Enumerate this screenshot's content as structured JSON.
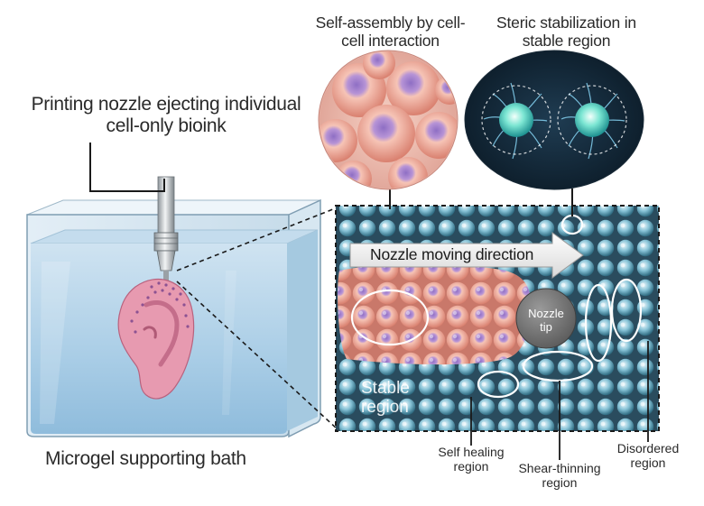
{
  "labels": {
    "nozzle_ejecting": "Printing nozzle ejecting individual cell-only bioink",
    "bath": "Microgel supporting bath",
    "self_assembly": "Self-assembly by cell-cell interaction",
    "steric": "Steric stabilization in stable region",
    "nozzle_direction": "Nozzle moving direction",
    "nozzle_tip": "Nozzle tip",
    "stable_region": "Stable region",
    "self_healing": "Self healing region",
    "shear_thinning": "Shear-thinning region",
    "disordered": "Disordered region"
  },
  "colors": {
    "water": "#a9cde6",
    "cell": "#f0a89a",
    "cell_nucleus": "#7f5fb0",
    "microgel": "#7fb6c9",
    "background_dark": "#2a4c5e",
    "ear": "#e79ab0",
    "arrow": "#eeeeee"
  },
  "icons": [
    "printing-nozzle-icon",
    "printed-ear-icon",
    "cell-cluster-icon",
    "microgel-particle-icon"
  ]
}
